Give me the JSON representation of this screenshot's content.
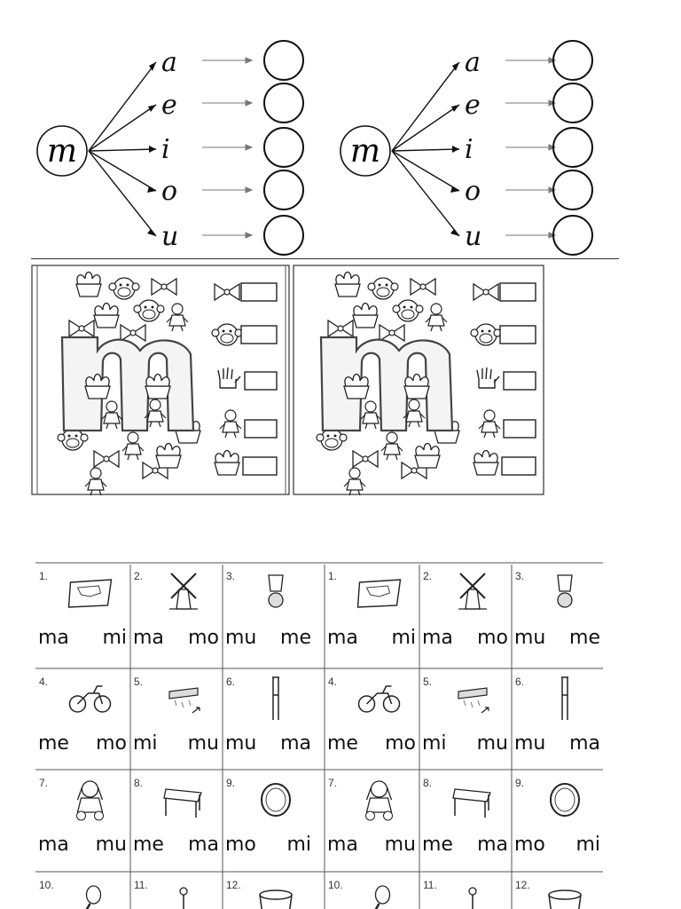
{
  "section1": {
    "consonant": "m",
    "vowels": [
      "a",
      "e",
      "i",
      "o",
      "u"
    ]
  },
  "worksheet": {
    "rows": [
      [
        {
          "num": "1.",
          "icon": "map-icon",
          "syllables": [
            "ma",
            "mi"
          ]
        },
        {
          "num": "2.",
          "icon": "windmill-icon",
          "syllables": [
            "ma",
            "mo"
          ]
        },
        {
          "num": "3.",
          "icon": "medal-icon",
          "syllables": [
            "mu",
            "me"
          ]
        }
      ],
      [
        {
          "num": "4.",
          "icon": "motorcycle-icon",
          "syllables": [
            "me",
            "mo"
          ]
        },
        {
          "num": "5.",
          "icon": "cake-icon",
          "syllables": [
            "mi",
            "mu"
          ]
        },
        {
          "num": "6.",
          "icon": "crutch-icon",
          "syllables": [
            "mu",
            "ma"
          ]
        }
      ],
      [
        {
          "num": "7.",
          "icon": "doll-icon",
          "syllables": [
            "ma",
            "mu"
          ]
        },
        {
          "num": "8.",
          "icon": "table-icon",
          "syllables": [
            "me",
            "ma"
          ]
        },
        {
          "num": "9.",
          "icon": "coin-icon",
          "syllables": [
            "mo",
            "mi"
          ]
        }
      ],
      [
        {
          "num": "10.",
          "icon": "maraca-icon",
          "syllables": []
        },
        {
          "num": "11.",
          "icon": "key-icon",
          "syllables": []
        },
        {
          "num": "12.",
          "icon": "pot-icon",
          "syllables": []
        }
      ]
    ]
  }
}
